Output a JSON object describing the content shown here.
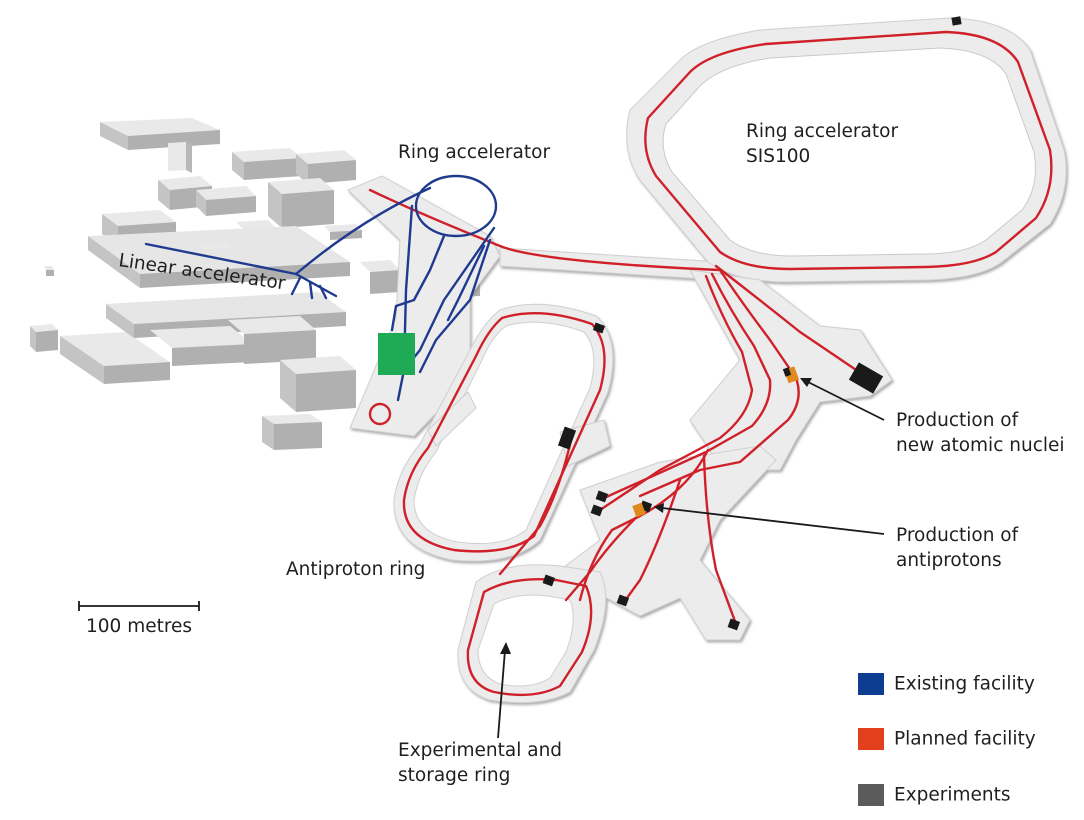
{
  "labels": {
    "ring_accelerator_small": "Ring accelerator",
    "ring_accelerator_sis100_line1": "Ring accelerator",
    "ring_accelerator_sis100_line2": "SIS100",
    "linear_accelerator": "Linear accelerator",
    "antiproton_ring": "Antiproton ring",
    "production_nuclei_line1": "Production of",
    "production_nuclei_line2": "new atomic nuclei",
    "production_antiprotons_line1": "Production of",
    "production_antiprotons_line2": "antiprotons",
    "storage_ring_line1": "Experimental and",
    "storage_ring_line2": "storage ring"
  },
  "scale_bar": {
    "label": "100 metres"
  },
  "legend": [
    {
      "label": "Existing facility",
      "color": "#0d3d91"
    },
    {
      "label": "Planned facility",
      "color": "#e2401c"
    },
    {
      "label": "Experiments",
      "color": "#5b5b5b"
    }
  ],
  "colors": {
    "existing_beamline": "#1f3a8f",
    "planned_beamline": "#d0202a",
    "experiment_station": "#1a1a1a",
    "production_target": "#e08a1e",
    "green_block": "#1faa55",
    "building_top": "#e7e7e7",
    "building_side": "#b5b5b5"
  }
}
